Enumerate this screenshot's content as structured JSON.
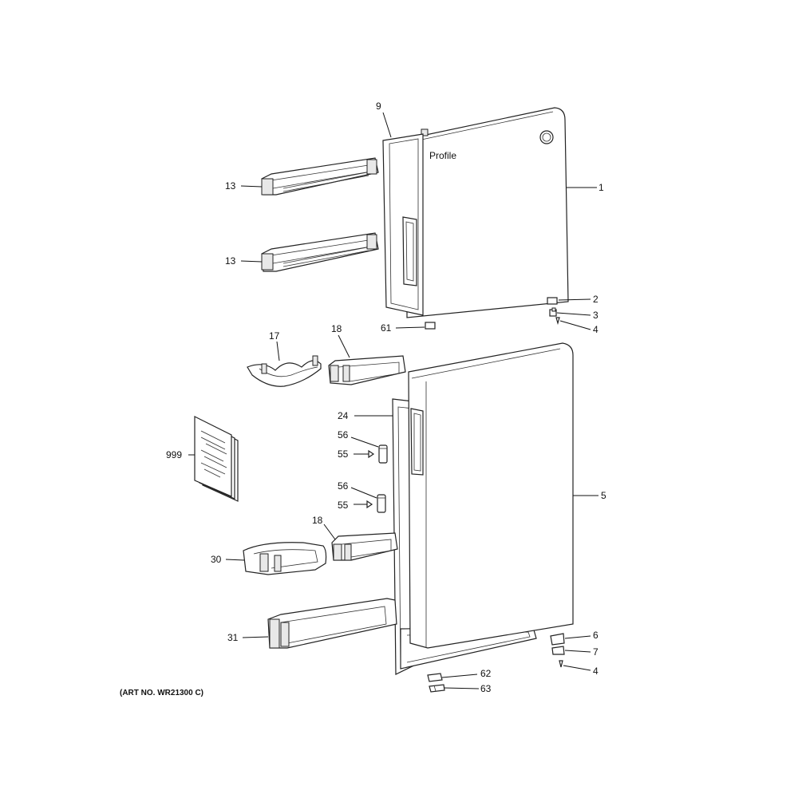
{
  "labels": {
    "l1": "1",
    "l2": "2",
    "l3": "3",
    "l4a": "4",
    "l4b": "4",
    "l5": "5",
    "l6": "6",
    "l7": "7",
    "l9": "9",
    "l13a": "13",
    "l13b": "13",
    "l17": "17",
    "l18a": "18",
    "l18b": "18",
    "l24": "24",
    "l30": "30",
    "l31": "31",
    "l55a": "55",
    "l55b": "55",
    "l56a": "56",
    "l56b": "56",
    "l61": "61",
    "l62": "62",
    "l63": "63",
    "l999": "999"
  },
  "art_no": "(ART NO. WR21300 C)",
  "brand_mark": "Profile"
}
